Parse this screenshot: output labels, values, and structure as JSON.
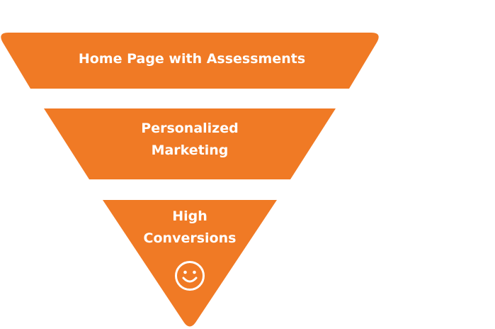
{
  "diagram": {
    "type": "funnel",
    "accent_color": "#F07A25",
    "text_color": "#FFFFFF",
    "background": "#FFFFFF",
    "stages": [
      {
        "lines": [
          "Home Page with Assessments"
        ]
      },
      {
        "lines": [
          "Personalized",
          "Marketing"
        ]
      },
      {
        "lines": [
          "High",
          "Conversions"
        ],
        "icon": "smiley-face-icon"
      }
    ]
  }
}
